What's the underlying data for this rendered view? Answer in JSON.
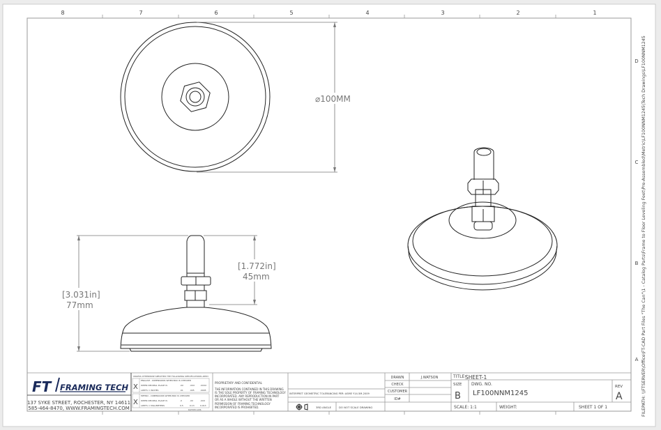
{
  "zone_columns": [
    "8",
    "7",
    "6",
    "5",
    "4",
    "3",
    "2",
    "1"
  ],
  "zone_rows": [
    "D",
    "C",
    "B",
    "A"
  ],
  "filepath": "FILEPATH: \\\\FTSERVER\\Office\\FT-CAD Part Files \"The Can\"\\1 - Catalog Parts\\Frame to Floor Leveling Feet\\Pre-Assembled\\Metric\\LF100NNM1245\\Tech Drawings\\LF100NNM1245",
  "dimensions": {
    "diameter": "⌀100MM",
    "overall_height_in": "[3.031in]",
    "overall_height_mm": "77mm",
    "stud_height_in": "[1.772in]",
    "stud_height_mm": "45mm"
  },
  "company": {
    "logo_mark": "FT",
    "logo_name": "FRAMING TECH",
    "address": "137 SYKE STREET, ROCHESTER, NY 14611",
    "contact": "585-464-8470, WWW.FRAMINGTECH.COM",
    "brand_color": "#1a2a5a"
  },
  "tolerances": {
    "header": "UNLESS OTHERWISE SPECIFIED THE FOLLOWING SPECIFICATIONS APPLY",
    "english": {
      "check": "X",
      "title": "ENGLISH - DIMENSIONS WHEN BOX IS CHECKED",
      "row1": [
        "WHEN DECIMAL PLACE IS",
        ".XX",
        ".XXX",
        ".XXXX"
      ],
      "row2": [
        "LIMITS = INCHES",
        ".01",
        ".005",
        ".0005"
      ]
    },
    "metric": {
      "check": "X",
      "title": "METRIC - DIMENSIONS WHEN BOX IS CHECKED",
      "row1": [
        "WHEN DECIMAL PLACE IS",
        ".X",
        ".XX",
        ".XXX"
      ],
      "row2": [
        "LIMITS = MILLIMETERS",
        "0.5",
        "0.13",
        "0.013"
      ]
    },
    "datum": "DATUM AXIS"
  },
  "proprietary": {
    "title": "PROPRIETARY AND CONFIDENTIAL",
    "lines": [
      "THE INFORMATION CONTAINED IN THIS DRAWING",
      "IS THE SOLE PROPERTY OF FRAMING TECHNOLOGY",
      "INCORPORATED.  ANY REPRODUCTION IN PART",
      "OR AS A WHOLE WITHOUT THE WRITTEN",
      "PERMISSION OF FRAMING TECHNOLOGY",
      "INCORPORATED IS PROHIBITED."
    ]
  },
  "notes": {
    "gdt": "INTERPRET GEOMETRIC TOLERANCING PER:  ASME Y14.5M-2009",
    "angle": "3RD ANGLE",
    "no_scale": "DO NOT SCALE DRAWING"
  },
  "signoff": {
    "drawn_label": "DRAWN",
    "drawn_value": "J.WATSON",
    "check_label": "CHECK",
    "customer_label": "CUSTOMER",
    "id_label": "ID#"
  },
  "title_block": {
    "title_label": "TITLE:",
    "title": "SHEET-1",
    "size_label": "SIZE",
    "size": "B",
    "dwg_label": "DWG.  NO.",
    "dwg_no": "LF100NNM1245",
    "rev_label": "REV",
    "rev": "A",
    "scale": "SCALE: 1:1",
    "weight": "WEIGHT:",
    "sheet": "SHEET 1 OF 1"
  }
}
